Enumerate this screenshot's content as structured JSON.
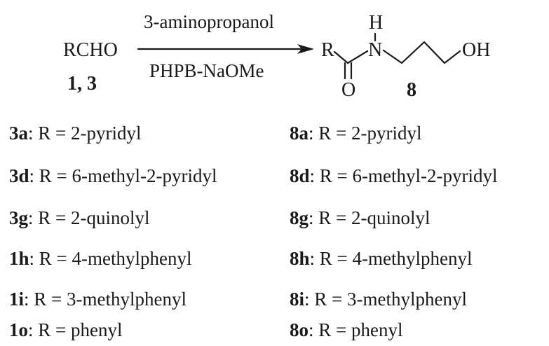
{
  "scheme": {
    "reactant": "RCHO",
    "reactant_ids": "1, 3",
    "reagent_top": "3-aminopropanol",
    "reagent_bottom": "PHPB-NaOMe",
    "product_atoms": {
      "r": "R",
      "n": "N",
      "h": "H",
      "o": "O",
      "oh": "OH"
    },
    "product_id": "8"
  },
  "substrates": [
    {
      "code": "3a",
      "desc": ": R = 2-pyridyl"
    },
    {
      "code": "3d",
      "desc": ": R = 6-methyl-2-pyridyl"
    },
    {
      "code": "3g",
      "desc": ": R = 2-quinolyl"
    },
    {
      "code": "1h",
      "desc": ": R = 4-methylphenyl"
    },
    {
      "code": "1i",
      "desc": ": R = 3-methylphenyl"
    },
    {
      "code": "1o",
      "desc": ": R = phenyl"
    }
  ],
  "products": [
    {
      "code": "8a",
      "desc": ": R = 2-pyridyl"
    },
    {
      "code": "8d",
      "desc": ": R = 6-methyl-2-pyridyl"
    },
    {
      "code": "8g",
      "desc": ": R = 2-quinolyl"
    },
    {
      "code": "8h",
      "desc": ": R = 4-methylphenyl"
    },
    {
      "code": "8i",
      "desc": ": R = 3-methylphenyl"
    },
    {
      "code": "8o",
      "desc": ": R = phenyl"
    }
  ]
}
